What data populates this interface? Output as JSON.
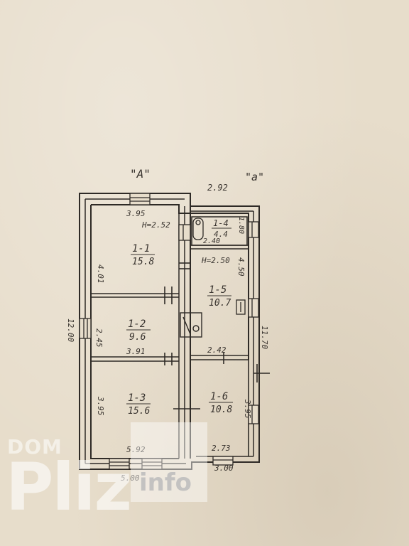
{
  "sections": {
    "big_a": "\"А\"",
    "small_a": "\"а\""
  },
  "dimensions": {
    "top_main": "3.95",
    "top_annex": "2.92",
    "left_total": "12.00",
    "right_total": "11.70",
    "room1_height": "4.01",
    "room2_height": "2.45",
    "room2_bottom": "3.91",
    "room3_height": "3.95",
    "room3_bottom": "5.92",
    "bottom_main": "5.00",
    "bottom_annex": "3.00",
    "room4_width": "2.40",
    "room4_height": "1.80",
    "room5_height": "4.50",
    "room5_bottom": "2.42",
    "room6_height": "3.95",
    "room6_bottom": "2.73"
  },
  "heights": {
    "main": "H=2.52",
    "annex": "H=2.50"
  },
  "rooms": [
    {
      "id": "1-1",
      "area": "15.8"
    },
    {
      "id": "1-2",
      "area": "9.6"
    },
    {
      "id": "1-3",
      "area": "15.6"
    },
    {
      "id": "1-4",
      "area": "4.4"
    },
    {
      "id": "1-5",
      "area": "10.7"
    },
    {
      "id": "1-6",
      "area": "10.8"
    }
  ],
  "watermark": {
    "dom": "DOM",
    "pliz": "Pliz",
    "info": "info"
  }
}
